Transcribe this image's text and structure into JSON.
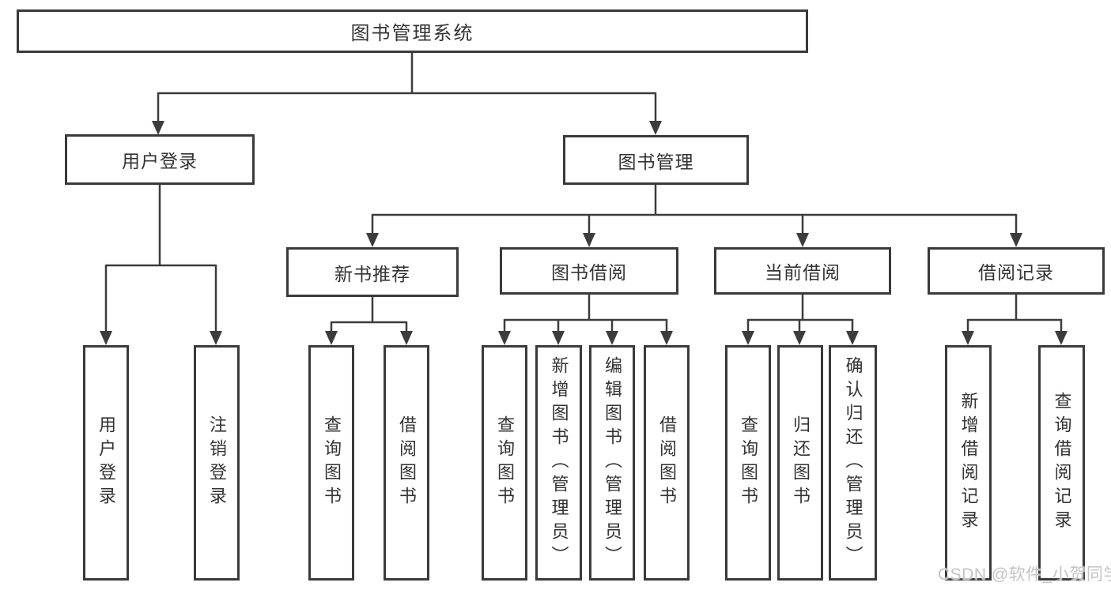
{
  "diagram_type": "hierarchy-tree",
  "nodes": {
    "root": "图书管理系统",
    "user_login": "用户登录",
    "book_mgmt": "图书管理",
    "new_book_rec": "新书推荐",
    "book_borrow": "图书借阅",
    "current_borrow": "当前借阅",
    "borrow_records": "借阅记录",
    "leaf_user_login": "用户登录",
    "leaf_logout": "注销登录",
    "leaf_nb_query": "查询图书",
    "leaf_nb_borrow": "借阅图书",
    "leaf_bb_query": "查询图书",
    "leaf_bb_add": "新增图书（管理员）",
    "leaf_bb_edit": "编辑图书（管理员）",
    "leaf_bb_borrow": "借阅图书",
    "leaf_cb_query": "查询图书",
    "leaf_cb_return": "归还图书",
    "leaf_cb_confirm": "确认归还（管理员）",
    "leaf_br_add": "新增借阅记录",
    "leaf_br_query": "查询借阅记录"
  },
  "hierarchy": [
    {
      "parent": "图书管理系统",
      "children": [
        "用户登录",
        "图书管理"
      ]
    },
    {
      "parent": "用户登录",
      "children": [
        "用户登录",
        "注销登录"
      ]
    },
    {
      "parent": "图书管理",
      "children": [
        "新书推荐",
        "图书借阅",
        "当前借阅",
        "借阅记录"
      ]
    },
    {
      "parent": "新书推荐",
      "children": [
        "查询图书",
        "借阅图书"
      ]
    },
    {
      "parent": "图书借阅",
      "children": [
        "查询图书",
        "新增图书（管理员）",
        "编辑图书（管理员）",
        "借阅图书"
      ]
    },
    {
      "parent": "当前借阅",
      "children": [
        "查询图书",
        "归还图书",
        "确认归还（管理员）"
      ]
    },
    {
      "parent": "借阅记录",
      "children": [
        "新增借阅记录",
        "查询借阅记录"
      ]
    }
  ],
  "watermark": "CSDN @软件_小贺同学",
  "colors": {
    "line": "#3c3c3c",
    "box_border": "#3a3a3a",
    "text": "#333333",
    "watermark": "#c3c3c3",
    "background": "#ffffff"
  }
}
